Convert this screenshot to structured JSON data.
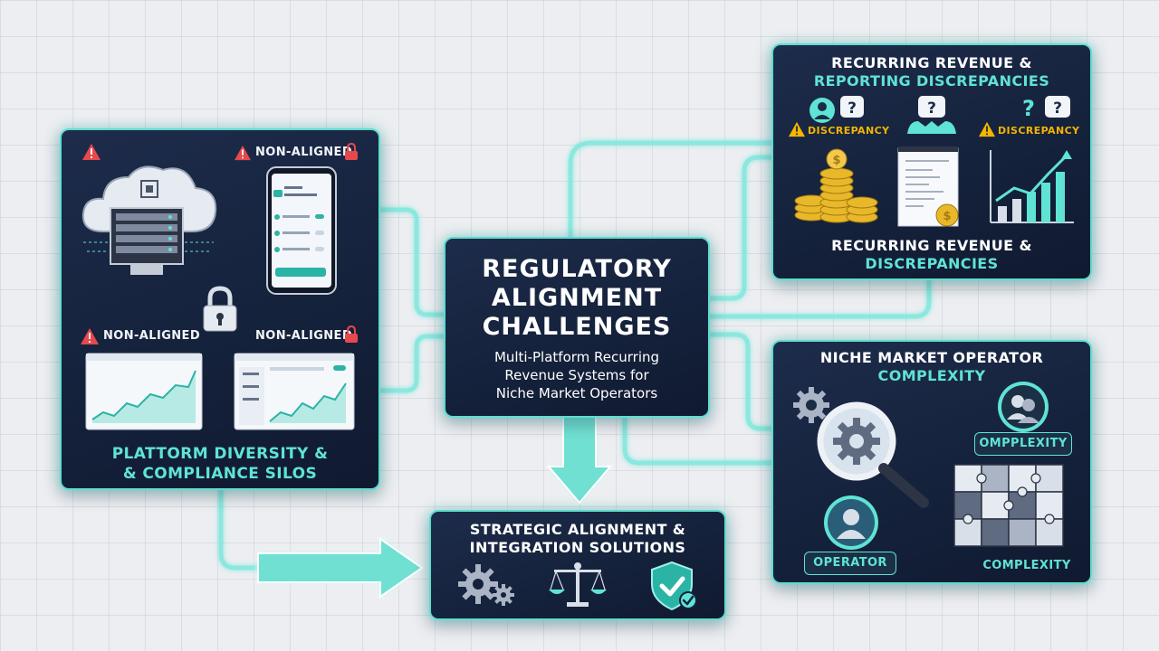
{
  "center": {
    "title_line1": "REGULATORY",
    "title_line2": "ALIGNMENT",
    "title_line3": "CHALLENGES",
    "subtitle_line1": "Multi-Platform Recurring",
    "subtitle_line2": "Revenue Systems for",
    "subtitle_line3": "Niche Market Operators"
  },
  "left_panel": {
    "badge_top_right": "NON-ALIGNED",
    "badge_mid_left": "NON-ALIGNED",
    "badge_mid_right": "NON-ALIGNED",
    "caption_line1": "PLATTORM DIVERSITY &",
    "caption_line2": "& COMPLIANCE SILOS"
  },
  "top_right_panel": {
    "title_line1": "RECURRING REVENUE &",
    "title_line2": "REPORTING DISCREPANCIES",
    "badge_left": "DISCREPANCY",
    "badge_right": "DISCREPANCY",
    "caption_line1": "RECURRING REVENUE &",
    "caption_line2": "DISCREPANCIES"
  },
  "bottom_right_panel": {
    "title_line1": "NICHE MARKET OPERATOR",
    "title_line2": "COMPLEXITY",
    "pill_top": "OMPPLEXITY",
    "pill_operator": "OPERATOR",
    "pill_complexity": "COMPLEXITY"
  },
  "bottom_panel": {
    "title_line1": "STRATEGIC ALIGNMENT &",
    "title_line2": "INTEGRATION SOLUTIONS"
  },
  "colors": {
    "panel_bg": "#15223c",
    "accent_teal": "#5fdcd0",
    "warning_red": "#e5484d",
    "warning_yellow": "#f5b400",
    "coin_gold": "#e9b82a",
    "background": "#eceef1"
  },
  "icons": {
    "server_cloud": "server-cloud-icon",
    "phone": "smartphone-icon",
    "lock": "padlock-icon",
    "chart": "line-chart-icon",
    "coins": "coins-icon",
    "document": "invoice-icon",
    "gear": "gear-icon",
    "scales": "scales-icon",
    "shield": "shield-check-icon",
    "magnifier": "magnifier-gear-icon",
    "puzzle": "puzzle-icon",
    "user": "user-icon"
  }
}
